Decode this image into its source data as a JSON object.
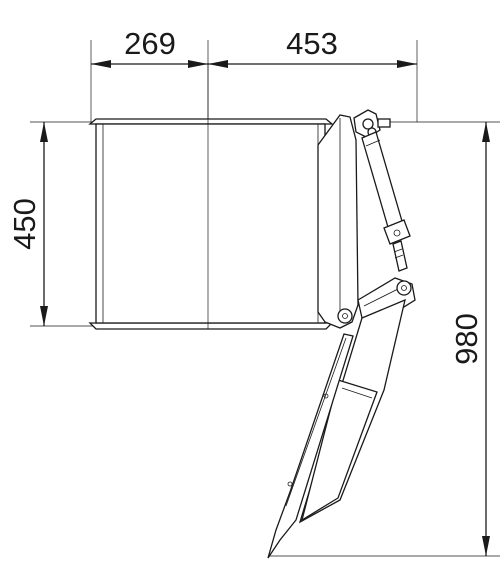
{
  "dimensions": {
    "top_left_width": "269",
    "top_right_width": "453",
    "left_height": "450",
    "right_height": "980"
  }
}
